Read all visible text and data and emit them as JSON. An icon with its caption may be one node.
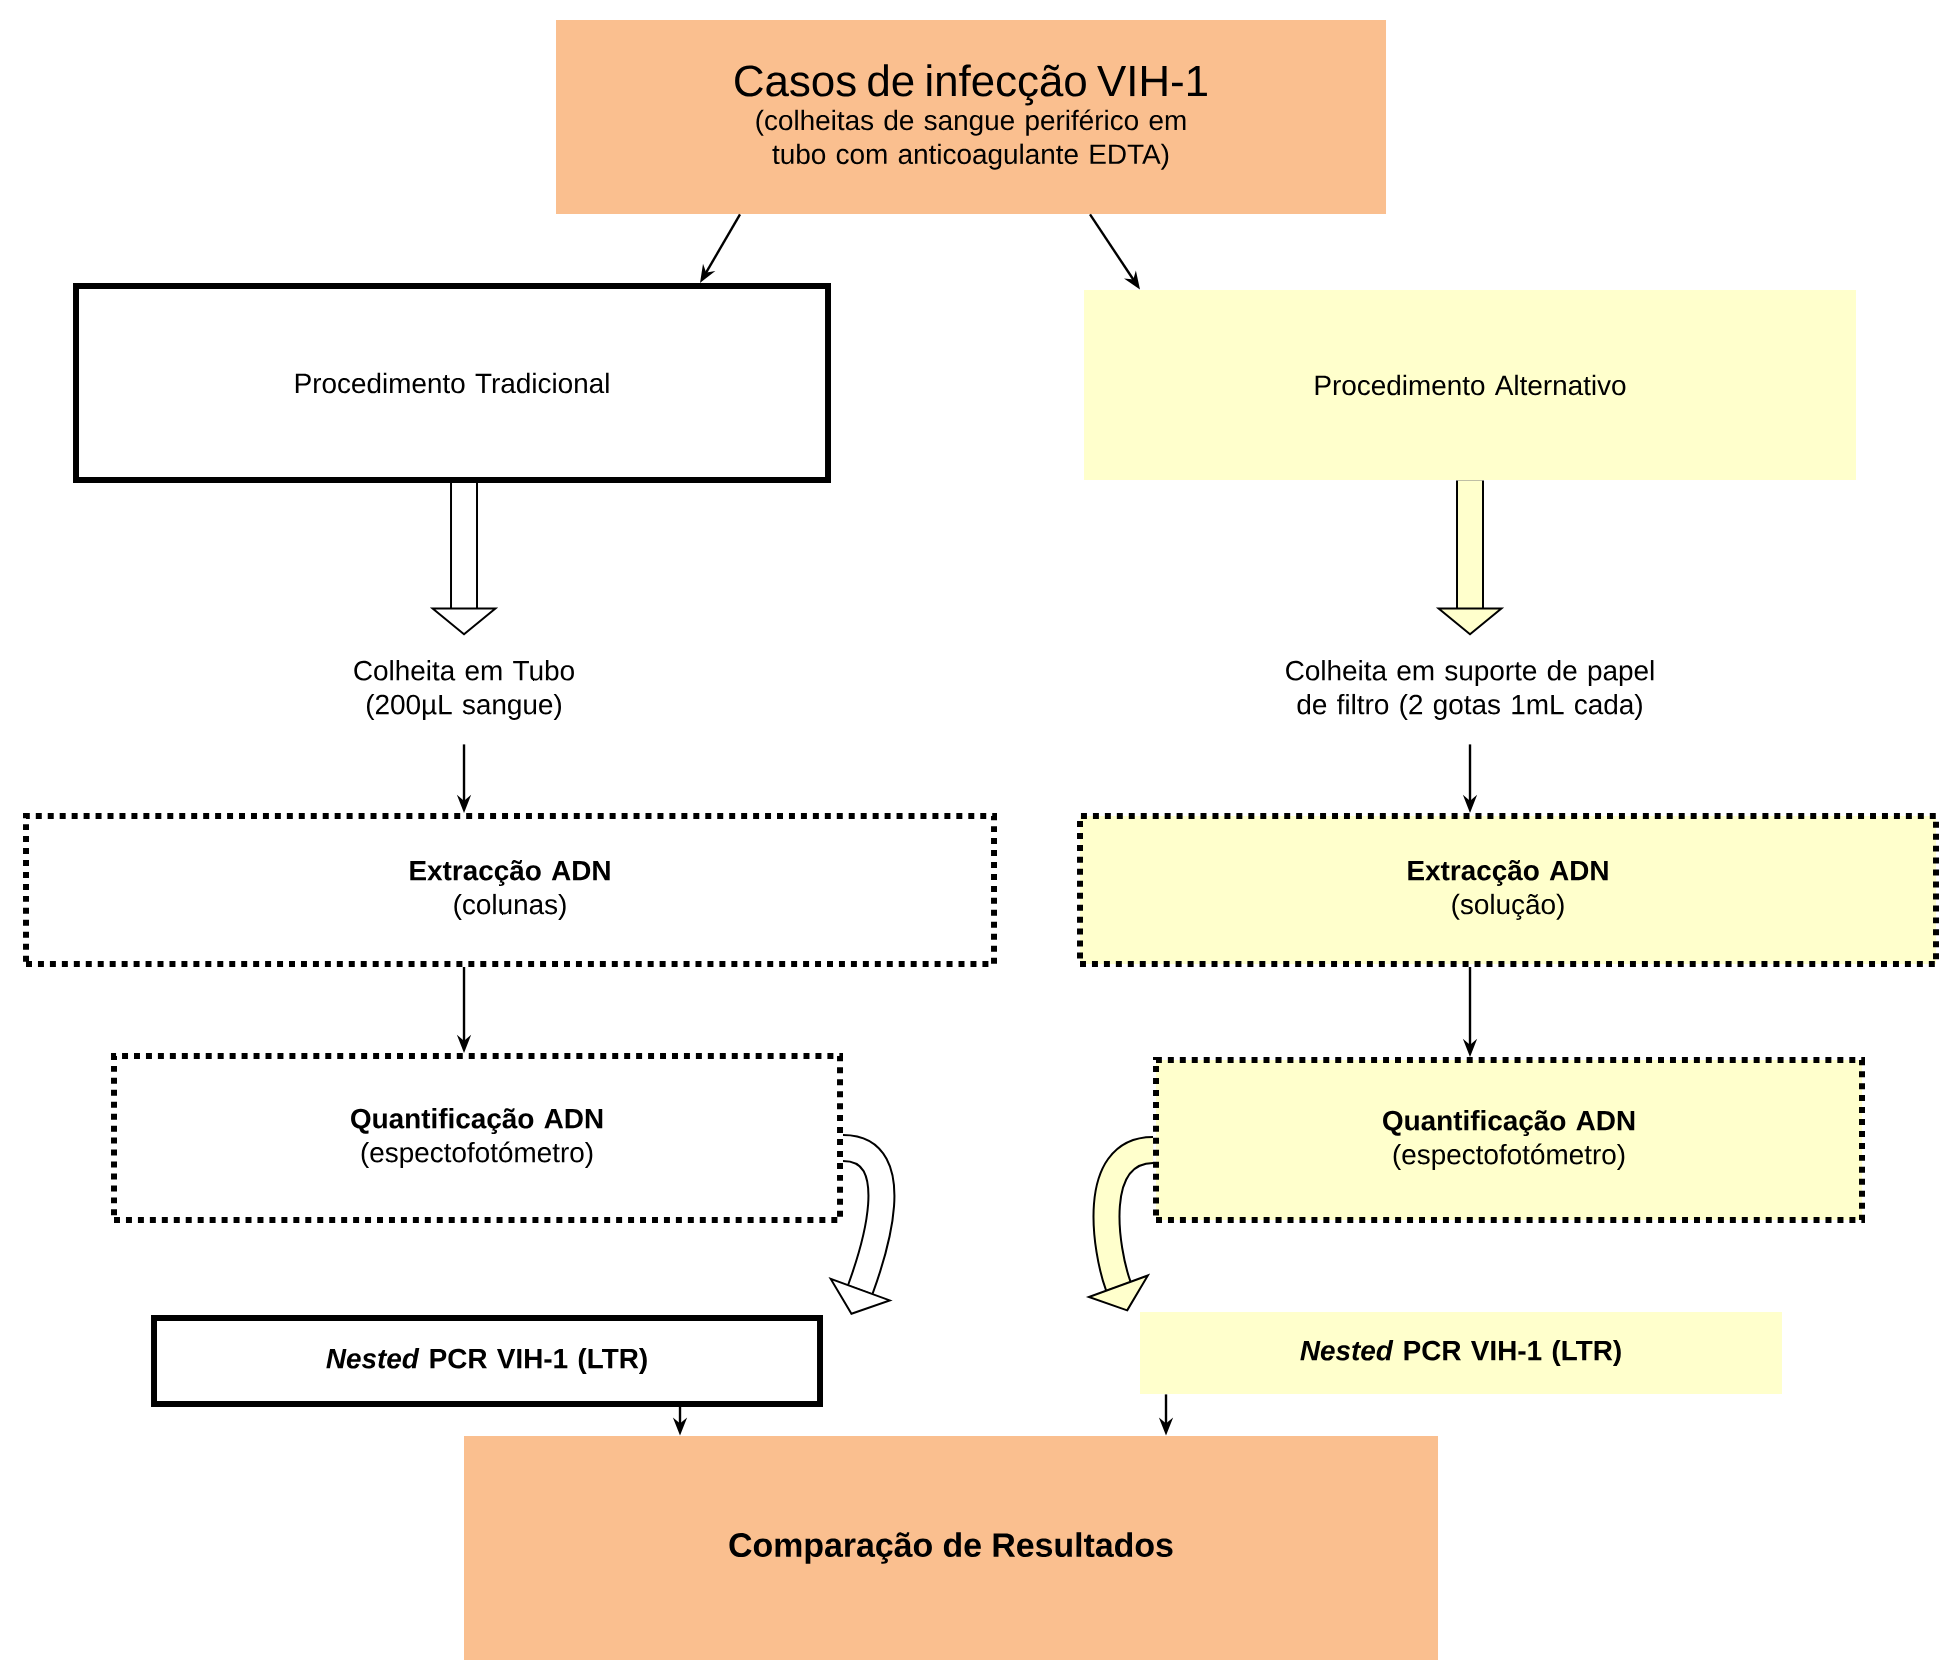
{
  "diagram": {
    "nodes": [
      {
        "text": [
          "Casos de infecção VIH-1",
          "(colheitas de sangue periférico em tubo com anticoagulante EDTA)"
        ]
      },
      {
        "text": [
          "Procedimento Tradicional"
        ]
      },
      {
        "text": [
          "Procedimento Alternativo"
        ]
      },
      {
        "text": [
          "Colheita em Tubo (200µL sangue)"
        ]
      },
      {
        "text": [
          "Colheita em suporte de papel de filtro (2 gotas 1mL cada)"
        ]
      },
      {
        "text": [
          "Extracção ADN",
          "(colunas)"
        ]
      },
      {
        "text": [
          "Extracção ADN",
          "(solução)"
        ]
      },
      {
        "text": [
          "Quantificação ADN",
          "(espectofotómetro)"
        ]
      },
      {
        "text": [
          "Quantificação ADN",
          "(espectofotómetro)"
        ]
      },
      {
        "text": [
          "*Nested* PCR VIH-1 (LTR)"
        ]
      },
      {
        "text": [
          "*Nested* PCR VIH-1 (LTR)"
        ]
      },
      {
        "text": [
          "Comparação de Resultados"
        ]
      }
    ],
    "edges": [
      {
        "from": 0,
        "to": 1,
        "arrow": "to"
      },
      {
        "from": 0,
        "to": 2,
        "arrow": "to"
      },
      {
        "from": 1,
        "to": 3,
        "arrow": "to",
        "style": "thick"
      },
      {
        "from": 2,
        "to": 4,
        "arrow": "to",
        "style": "thick"
      },
      {
        "from": 3,
        "to": 5,
        "arrow": "to"
      },
      {
        "from": 4,
        "to": 6,
        "arrow": "to"
      },
      {
        "from": 5,
        "to": 7,
        "arrow": "to"
      },
      {
        "from": 6,
        "to": 8,
        "arrow": "to"
      },
      {
        "from": 7,
        "to": 9,
        "arrow": "to",
        "style": "thick"
      },
      {
        "from": 8,
        "to": 10,
        "arrow": "to",
        "style": "thick"
      },
      {
        "from": 9,
        "to": 11,
        "arrow": "to"
      },
      {
        "from": 10,
        "to": 11,
        "arrow": "to"
      }
    ]
  }
}
